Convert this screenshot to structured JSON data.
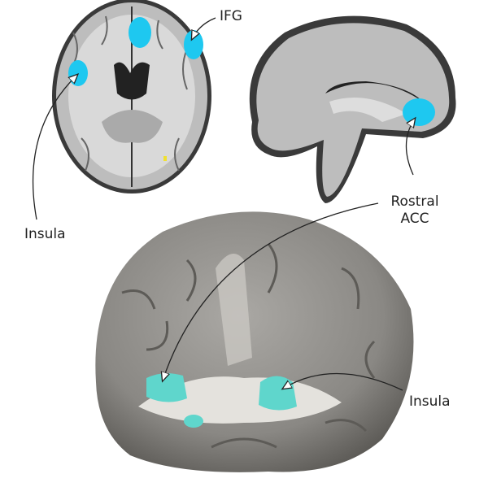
{
  "labels": {
    "ifg": "IFG",
    "insula_axial": "Insula",
    "rostral_acc_line1": "Rostral",
    "rostral_acc_line2": "ACC",
    "insula_3d": "Insula"
  },
  "colors": {
    "activation_blue": "#1ec8f0",
    "activation_teal": "#5fd6cc",
    "brain_gray": "#8a8885",
    "white_matter": "#d8d8d8"
  }
}
